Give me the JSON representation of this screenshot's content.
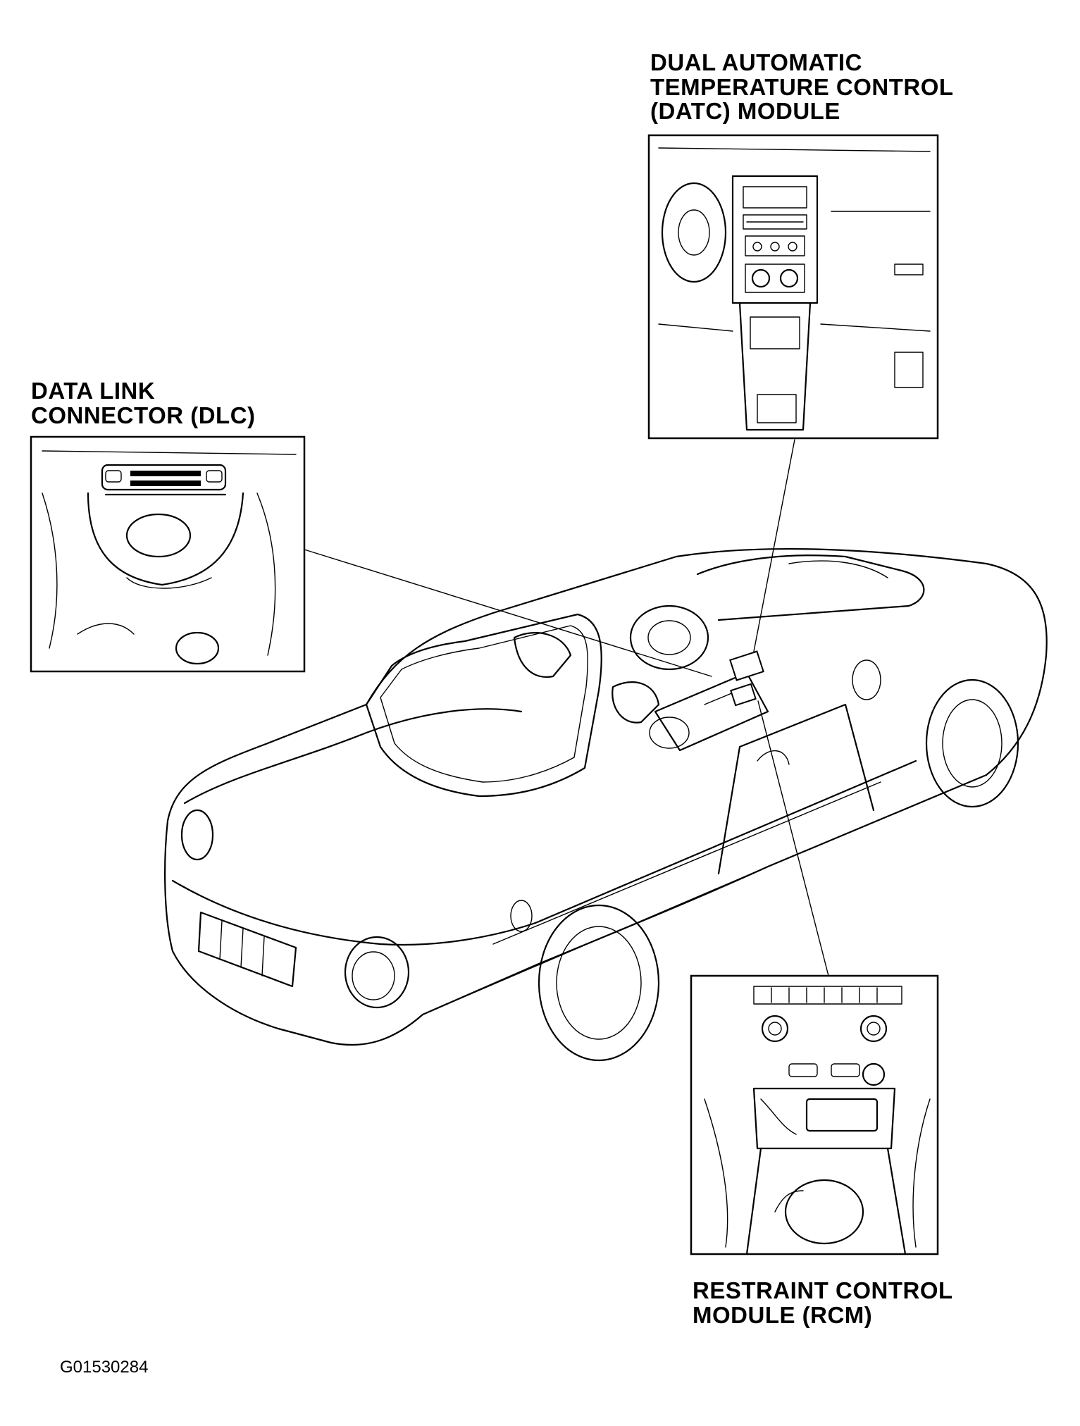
{
  "callouts": {
    "datc": {
      "line1": "DUAL AUTOMATIC",
      "line2": "TEMPERATURE CONTROL",
      "line3": "(DATC) MODULE"
    },
    "dlc": {
      "line1": "DATA LINK",
      "line2": "CONNECTOR (DLC)"
    },
    "rcm": {
      "line1": "RESTRAINT CONTROL",
      "line2": "MODULE (RCM)"
    }
  },
  "figure_id": "G01530284",
  "colors": {
    "ink": "#000000",
    "paper": "#ffffff"
  }
}
